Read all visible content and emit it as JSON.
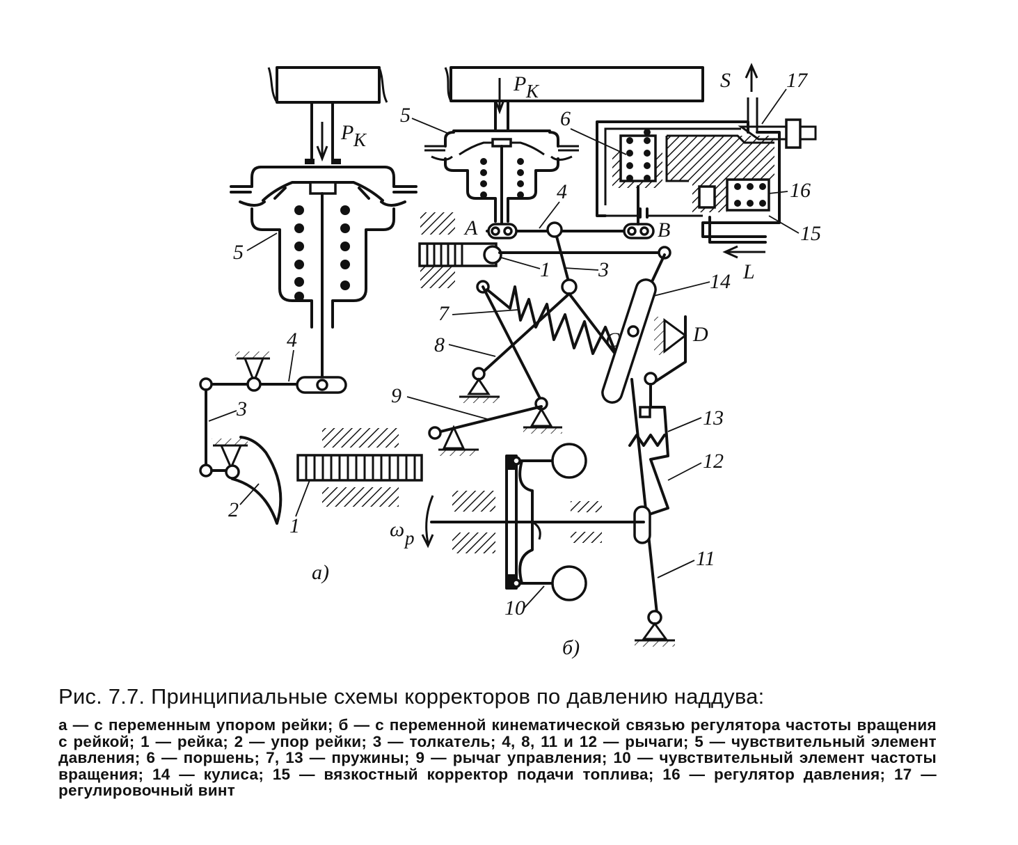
{
  "figure": {
    "labels_a": {
      "p": "Р",
      "p_sub": "К",
      "n5": "5",
      "n4": "4",
      "n3": "3",
      "n2": "2",
      "n1": "1",
      "panel": "а)"
    },
    "labels_b": {
      "p": "Р",
      "p_sub": "К",
      "n5": "5",
      "n6": "6",
      "n4": "4",
      "A": "A",
      "B": "B",
      "n1": "1",
      "n3": "3",
      "n7": "7",
      "n8": "8",
      "n9": "9",
      "n14": "14",
      "C": "C",
      "D": "D",
      "n13": "13",
      "n12": "12",
      "n11": "11",
      "n10": "10",
      "n15": "15",
      "n16": "16",
      "n17": "17",
      "S": "S",
      "L": "L",
      "omega": "ω",
      "omega_sub": "р",
      "panel": "б)"
    }
  },
  "caption": {
    "title": "Рис. 7.7. Принципиальные схемы корректоров по давлению наддува:",
    "body": "а — с переменным упором рейки; б — с переменной кинематической связью регулятора частоты вращения с рейкой; 1 — рейка; 2 — упор рейки; 3 — толкатель; 4, 8, 11 и 12 — рычаги; 5 — чувствительный элемент давления; 6 — поршень; 7, 13 — пружины; 9 — рычаг управления; 10 — чувствительный элемент частоты вращения; 14 — кулиса; 15 — вязкостный корректор подачи топлива; 16 — регулятор давления; 17 — регулировочный винт"
  }
}
